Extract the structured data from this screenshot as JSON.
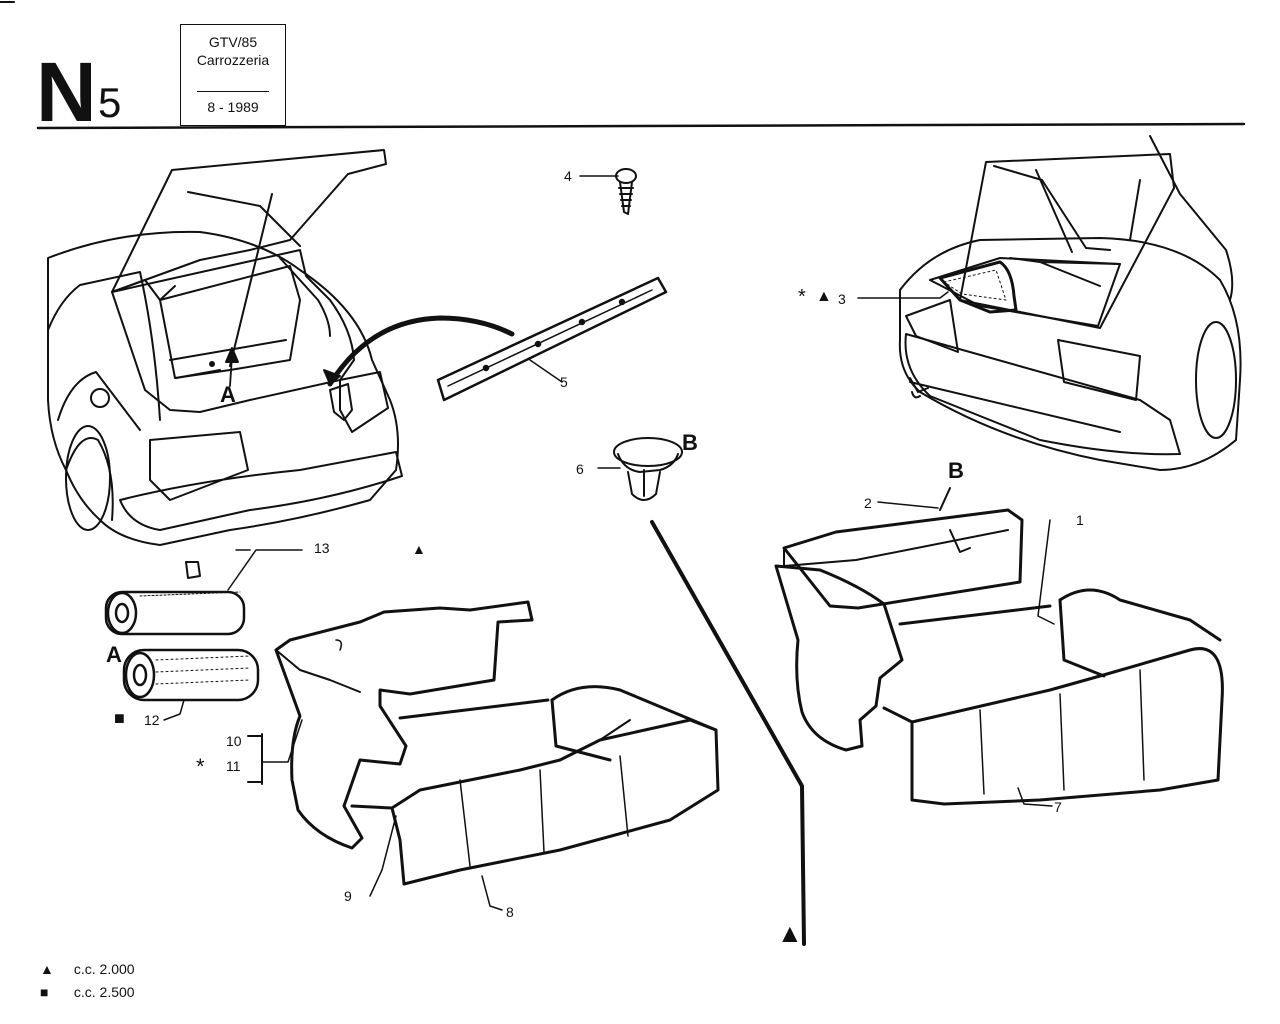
{
  "header": {
    "section_letter": "N",
    "section_number": "5",
    "model": "GTV/85",
    "category": "Carrozzeria",
    "date": "8 - 1989"
  },
  "callouts": {
    "p1": "1",
    "p2": "2",
    "p3": "3",
    "p4": "4",
    "p5": "5",
    "p6": "6",
    "p7": "7",
    "p8": "8",
    "p9": "9",
    "p10": "10",
    "p11": "11",
    "p12": "12",
    "p13": "13"
  },
  "markers": {
    "ref_a": "A",
    "ref_b": "B",
    "asterisk": "*",
    "triangle": "▲",
    "square": "■"
  },
  "legend": [
    {
      "symbol": "▲",
      "text": "c.c. 2.000"
    },
    {
      "symbol": "■",
      "text": "c.c. 2.500"
    }
  ]
}
